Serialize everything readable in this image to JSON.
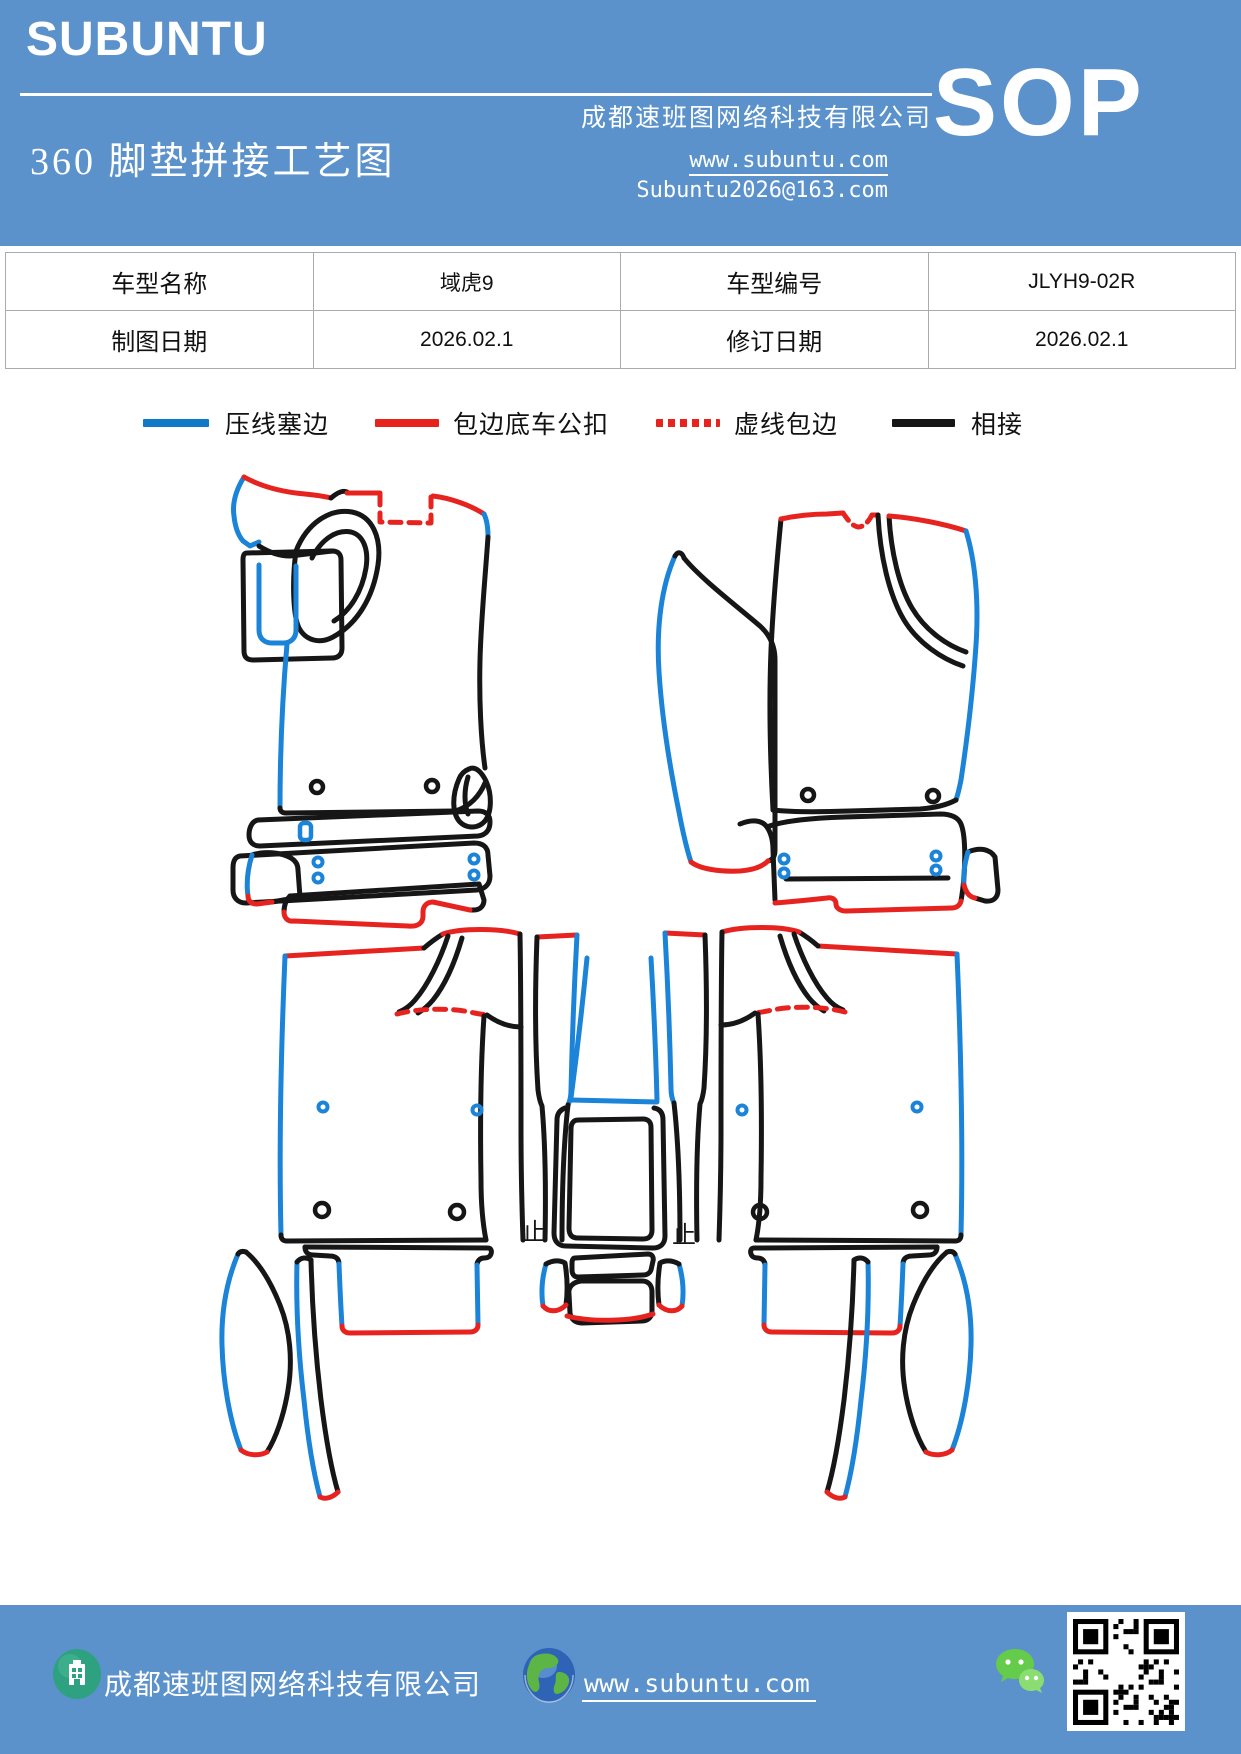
{
  "header": {
    "brand": "SUBUNTU",
    "title": "360 脚垫拼接工艺图",
    "company": "成都速班图网络科技有限公司",
    "website": "www.subuntu.com",
    "email": "Subuntu2026@163.com",
    "badge": "SOP",
    "bg_color": "#5b92cb"
  },
  "info_table": {
    "cells": [
      [
        "车型名称",
        "域虎9",
        "车型编号",
        "JLYH9-02R"
      ],
      [
        "制图日期",
        "2026.02.1",
        "修订日期",
        "2026.02.1"
      ]
    ]
  },
  "legend": {
    "items": [
      {
        "label": "压线塞边",
        "color": "#0f79c8",
        "style": "solid"
      },
      {
        "label": "包边底车公扣",
        "color": "#e8231d",
        "style": "solid"
      },
      {
        "label": "虚线包边",
        "color": "#e8231d",
        "style": "dashed"
      },
      {
        "label": "相接",
        "color": "#161616",
        "style": "solid"
      }
    ]
  },
  "diagram": {
    "stop_marks": [
      "止",
      "止"
    ],
    "line_colors": {
      "press_tuck_blue": "#1b84d8",
      "binding_red": "#e7231f",
      "join_black": "#161616"
    }
  },
  "footer": {
    "company": "成都速班图网络科技有限公司",
    "website": "www.subuntu.com"
  }
}
